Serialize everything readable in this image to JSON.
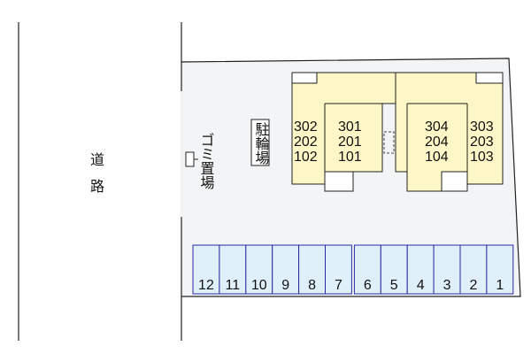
{
  "road": {
    "char1": "道",
    "char2": "路"
  },
  "garbage_area": {
    "label": "ゴミ置場"
  },
  "bicycle_parking": {
    "label": "駐輪場"
  },
  "building": {
    "left_stack": [
      "302",
      "202",
      "102"
    ],
    "center_left_stack": [
      "301",
      "201",
      "101"
    ],
    "center_right_stack": [
      "304",
      "204",
      "104"
    ],
    "right_stack": [
      "303",
      "203",
      "103"
    ]
  },
  "parking": {
    "spaces": [
      "12",
      "11",
      "10",
      "9",
      "8",
      "7",
      "6",
      "5",
      "4",
      "3",
      "2",
      "1"
    ]
  },
  "colors": {
    "site": "#f2f4f5",
    "building": "#fdf6c6",
    "parking": "#dff0fb",
    "parking_stroke": "#2a2aa8",
    "line": "#222222"
  }
}
